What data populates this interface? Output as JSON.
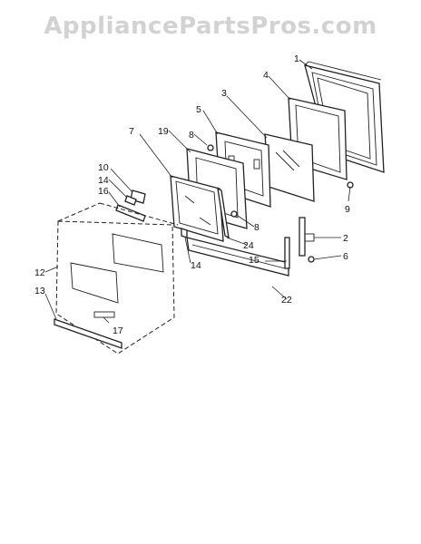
{
  "watermark": "AppliancePartsPros.com",
  "callouts": [
    "1",
    "2",
    "3",
    "4",
    "5",
    "6",
    "7",
    "8",
    "8",
    "9",
    "10",
    "12",
    "13",
    "14",
    "14",
    "15",
    "16",
    "17",
    "19",
    "22",
    "24"
  ]
}
